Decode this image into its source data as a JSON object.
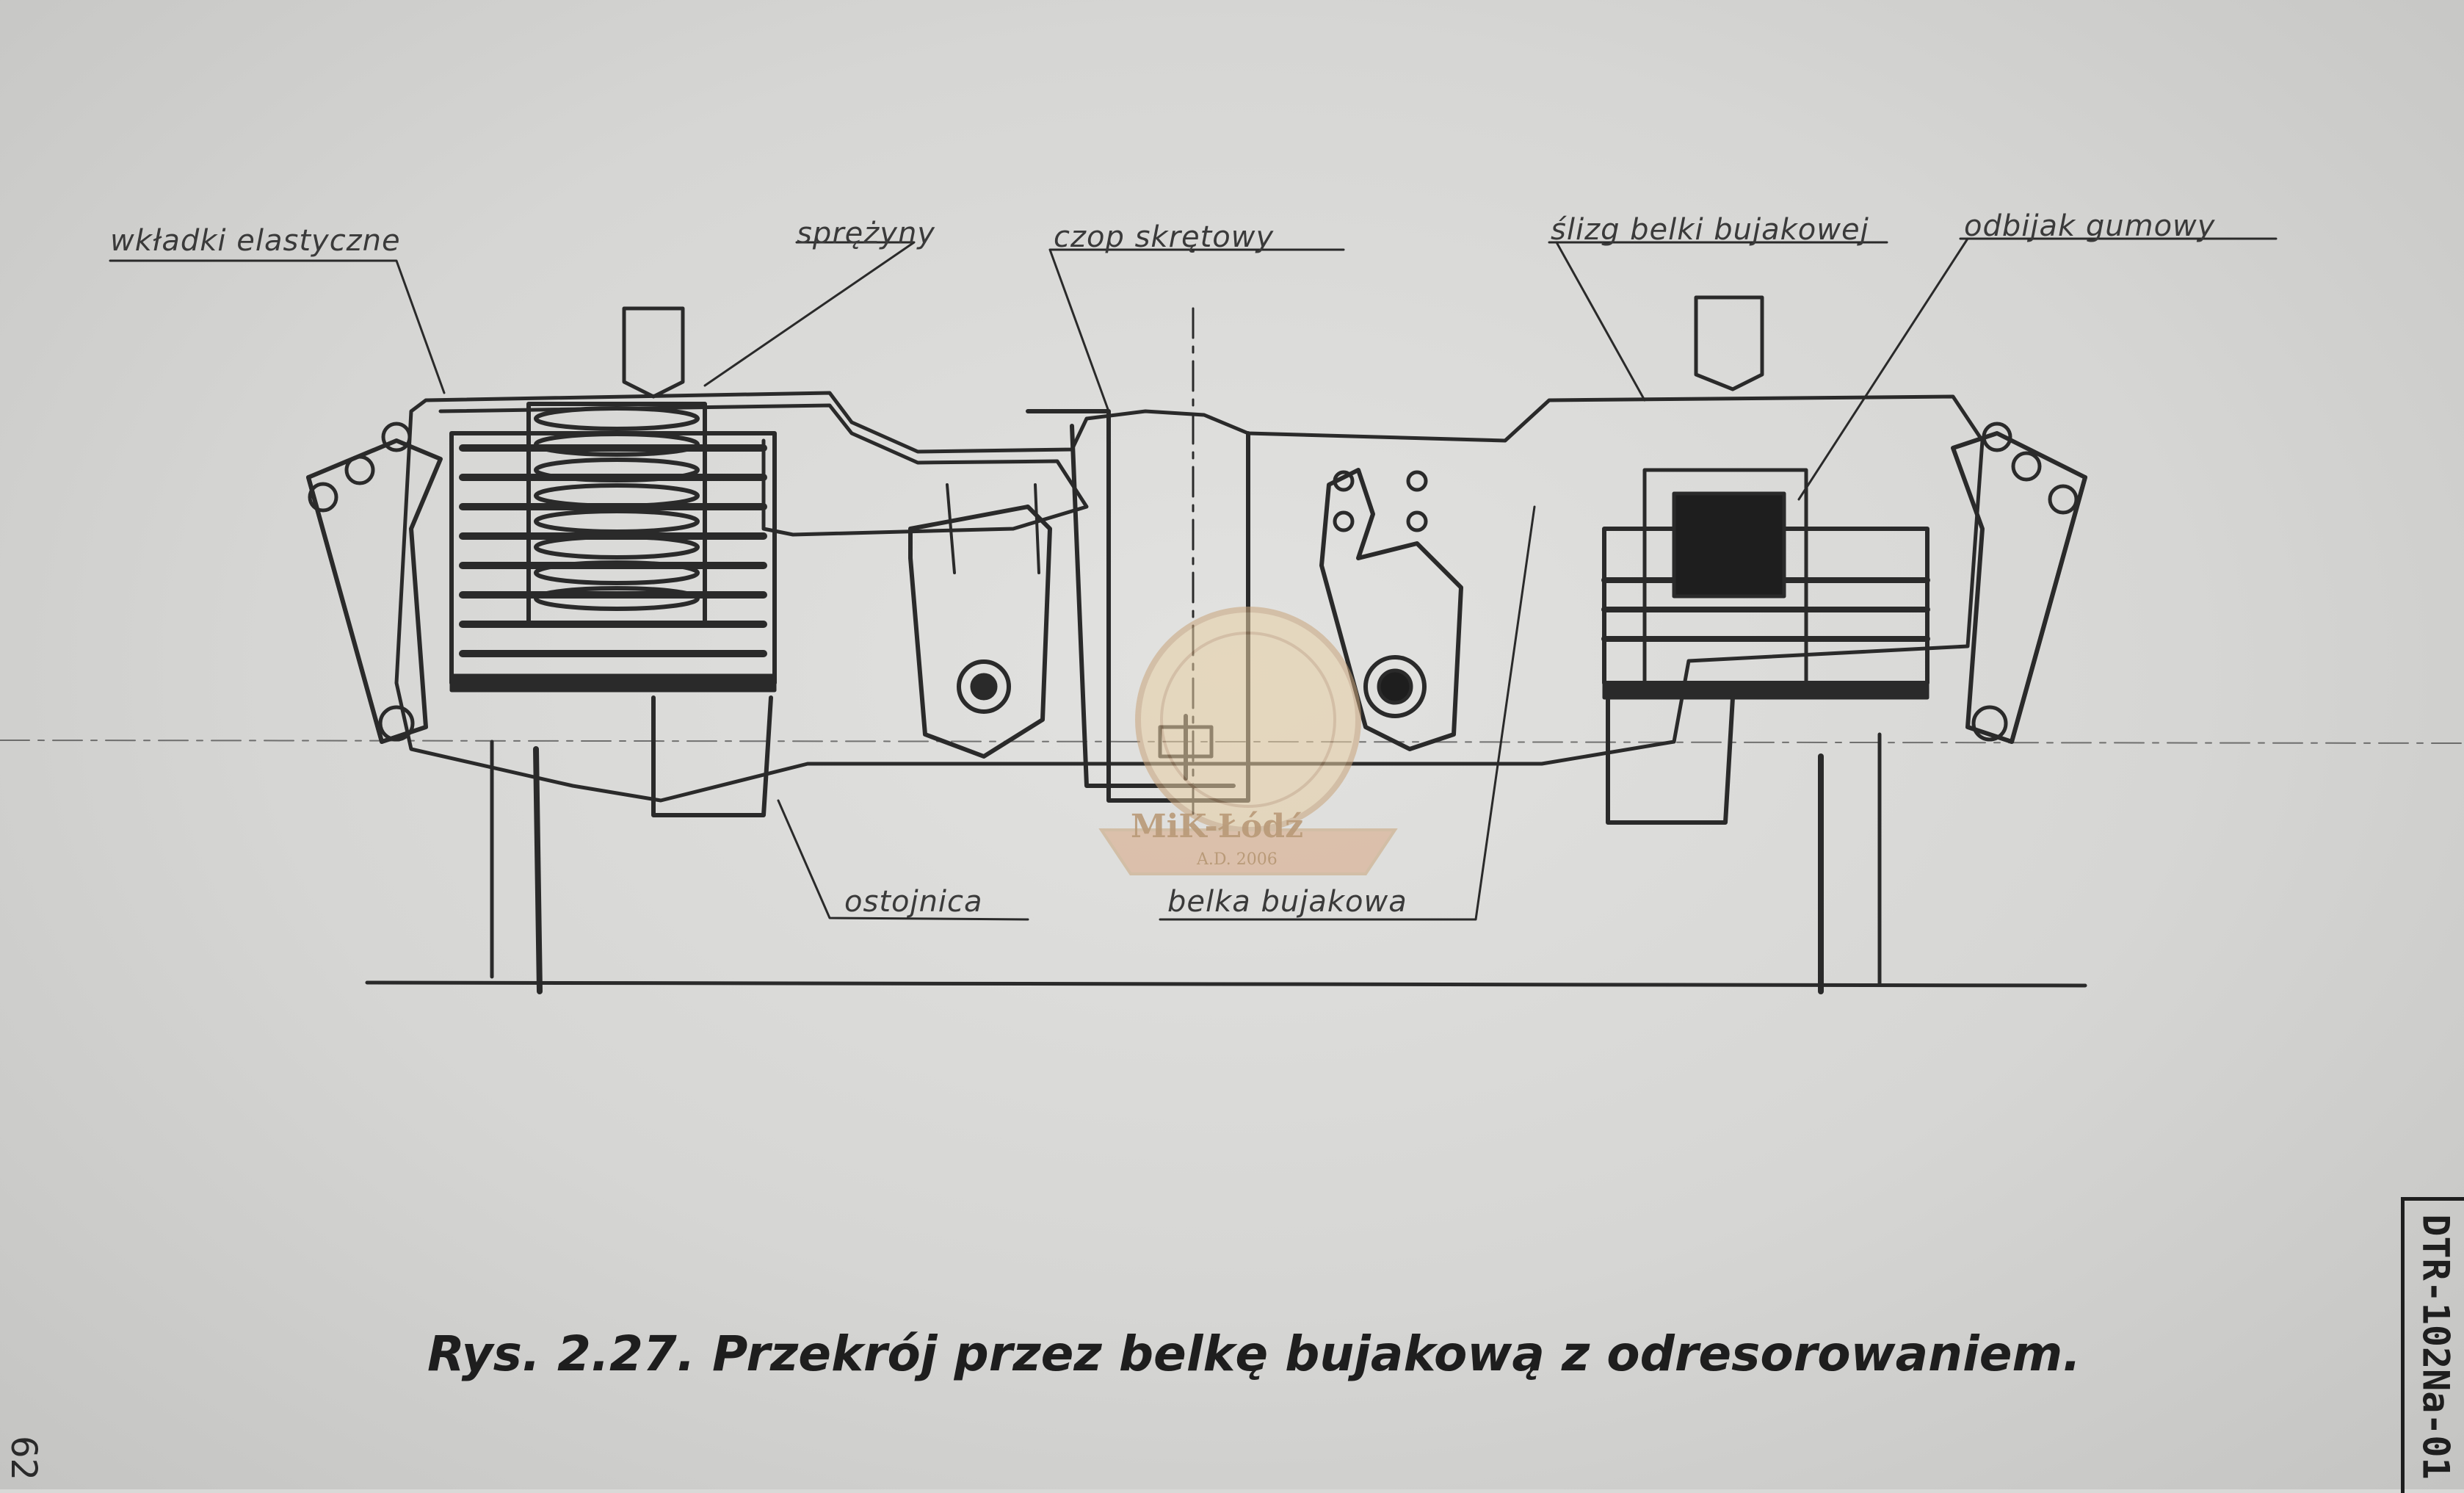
{
  "labels": {
    "wkladki": "wkładki elastyczne",
    "sprezyny": "sprężyny",
    "czop": "czop skrętowy",
    "slizg": "ślizg belki bujakowej",
    "odbijak": "odbijak gumowy",
    "ostojnica": "ostojnica",
    "belka": "belka bujakowa"
  },
  "caption": {
    "number": "Rys. 2.27.",
    "text": "Przekrój przez belkę bujakową z odresorowaniem."
  },
  "document_code": "DTR-102Na-01",
  "page_number": "62",
  "stamp": {
    "text": "MiK-Łódź",
    "year": "A.D. 2006"
  },
  "colors": {
    "paper": "#d9d9d7",
    "ink": "#2a2a2a",
    "stamp": "#c9a47a"
  }
}
